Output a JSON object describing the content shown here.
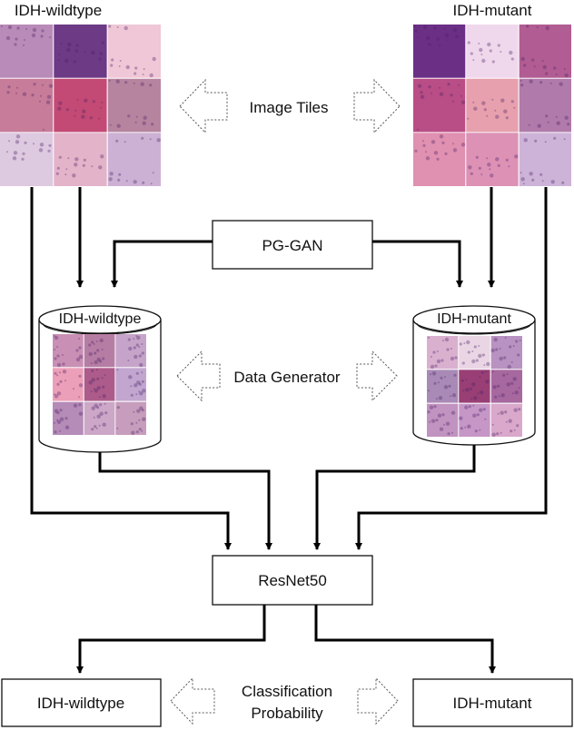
{
  "top_labels": {
    "wildtype": "IDH-wildtype",
    "mutant": "IDH-mutant"
  },
  "image_tiles_label": "Image Tiles",
  "pggan_label": "PG-GAN",
  "generator": {
    "wildtype_db": "IDH-wildtype",
    "mutant_db": "IDH-mutant",
    "label": "Data Generator"
  },
  "resnet_label": "ResNet50",
  "outputs": {
    "wildtype": "IDH-wildtype",
    "mutant": "IDH-mutant",
    "label_line1": "Classification",
    "label_line2": "Probability"
  },
  "colors": {
    "line": "#000000",
    "box_border": "#111111",
    "wildtype_tiles": [
      "#b98bb8",
      "#6d3a86",
      "#efc7d6",
      "#c77c9a",
      "#c34a74",
      "#b6849f",
      "#ddc9e0",
      "#e3b3c9",
      "#cdb1d4"
    ],
    "mutant_tiles": [
      "#6b2f86",
      "#f0d8ec",
      "#b15c92",
      "#b94d86",
      "#e7a0ad",
      "#b07aaa",
      "#e090b0",
      "#dc91b5",
      "#cdb3d8"
    ],
    "gen_wildtype_tiles": [
      "#c98fb4",
      "#b67da4",
      "#c6a4c9",
      "#ec9fb8",
      "#ad5b8a",
      "#c2a6cf",
      "#b58bb8",
      "#cca7c8",
      "#c79dbd"
    ],
    "gen_mutant_tiles": [
      "#dab0cf",
      "#ead5e4",
      "#b892c0",
      "#a98ab6",
      "#993f76",
      "#a7689f",
      "#c193c0",
      "#c596c6",
      "#d9a8cb"
    ]
  }
}
